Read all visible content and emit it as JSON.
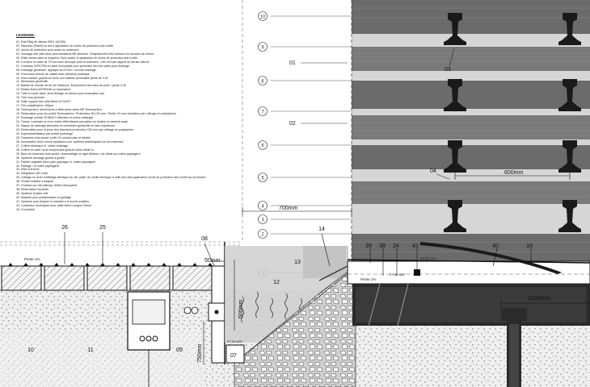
{
  "legend": {
    "title": "LEGENDE:",
    "items": [
      "01. Rail Rillig de vitesse 60E1 (UIC60)",
      "02. Panneau (Panel) du rail & application du vernis de protection anti rouille",
      "03. Vernis de protection pour rester ou isolement",
      "04. Soudage des rails selon préconisations BE structure. Réajustement des hauteurs en fonction de l'ouvre",
      "05. Rails usinés dans la longueur. Face posée & application du vernis de protection anti rouille",
      "06. Cornière en acier de 75 mm avec découpe pour écoulement ; ≤50 mm par rapport au terrain naturel",
      "07. Caniveau INFILTRA en acier inoxydable pour permettre des flux vidés pour drainage",
      "08. Drainage géotextile, appliqué au ILVHA + enrobé drainage",
      "09. Fourreaux chemin de câbles avec armature plastique",
      "10. Sous-ballast: graves de socle non traitées perméable pente de 0.30",
      "11. Membrane géotextile",
      "12. Ballast de chemin de fer de référence. Écoulement des eaux de pluie / pente 0.30",
      "13. Résine BALLASTBOND ou équivalent",
      "14. Tube en acier diam. 4mm filetage en biseau pour évacuation eau",
      "15. Tôle inox perforée",
      "16. Dalle support des rails Béton XC4/XF2",
      "17. Film polyéthylène 150µm",
      "18. Technoprieux: dimensions à déterminer selon BE Technoprieux",
      "19. Réservation pour les profils Technoprieux: Profondeur 80-120 mm / Pente 1% vers fondateur par coffrage en polystyrène",
      "20. Éclairage central: ECBASY réflecteur et notice éclairage",
      "21. Tresse Luminaire en inox métal réfléchissant par pattes en fixation et visserie aussi",
      "22. Nappe de drainage alvéolaire et membrane géotextile en face supérieure",
      "23. Réservation pour la pose des traverses profondeur 150 mm par coffrage en polystyrène",
      "24. Imperméabilisation par enduit hydrofuge",
      "25. Traverses bois azobé: profil 1% suivant plan et détails",
      "26. Incrustation d'une mince épaisseur pour système antidérapant sur les traverses",
      "27. Coffret électrique cf. notice éclairage",
      "28. Coffret en acier noué comprenant gravure selon détail cr.",
      "29. Banc de traverses bois azobé / Assemblage en tiges filetées: voir détail sur notice paysagère",
      "30. Système arrosage goutte à goutte",
      "31. Palette végétale selon plan paysager cf. notice paysagère",
      "32. Paillage / cf notice paysagère",
      "33. Mise à la terre",
      "34. Intégration QR Code",
      "35. Lettrage en acier d'affûtage identique au rail; palier de rouille identique à celle des rails application vernis de protection anti rouille sur la tranche",
      "36. Terrain existant à adapter",
      "37. Chaînes sur rail (rattrap), lettres découpées",
      "38. Réservation Nouvelle",
      "39. Système fixation ville",
      "40. Massive pour préfabrication et guidage",
      "41. Système pour bloquer le mandrin à la bonne position",
      "42. Caniveaux techniques avec dalle béton Largeur 25mm",
      "43. Controbeti"
    ]
  },
  "plan": {
    "levels": [
      "10",
      "9",
      "8",
      "7",
      "6",
      "5",
      "4",
      "3",
      "2",
      "1"
    ],
    "labels": {
      "rail_a": "01",
      "rail_b": "02",
      "rail_c": "03",
      "weld": "04"
    },
    "dim_600": "600mm",
    "dim_700": "700mm"
  },
  "section": {
    "callouts": [
      "26",
      "25",
      "08",
      "14",
      "13",
      "12",
      "39",
      "38",
      "24",
      "41",
      "40",
      "19",
      "10",
      "11",
      "09",
      "07"
    ],
    "dims": {
      "d50": "50mm",
      "d500": "500mm",
      "d750": "750mm",
      "d2100": "2100mm"
    },
    "slopes": {
      "left": "Pente 1%",
      "mid": "Pente 1%",
      "right": "Pente 1%"
    },
    "levels": {
      "lvl1": "97.50 NGF",
      "lvl2": "97.50 NGF"
    }
  },
  "colors": {
    "rail_band": "#6b6b6b",
    "rail_band_light": "#8c8c8c",
    "plan_background": "#d6d6d6",
    "concrete": "#ededed",
    "line": "#222222"
  }
}
